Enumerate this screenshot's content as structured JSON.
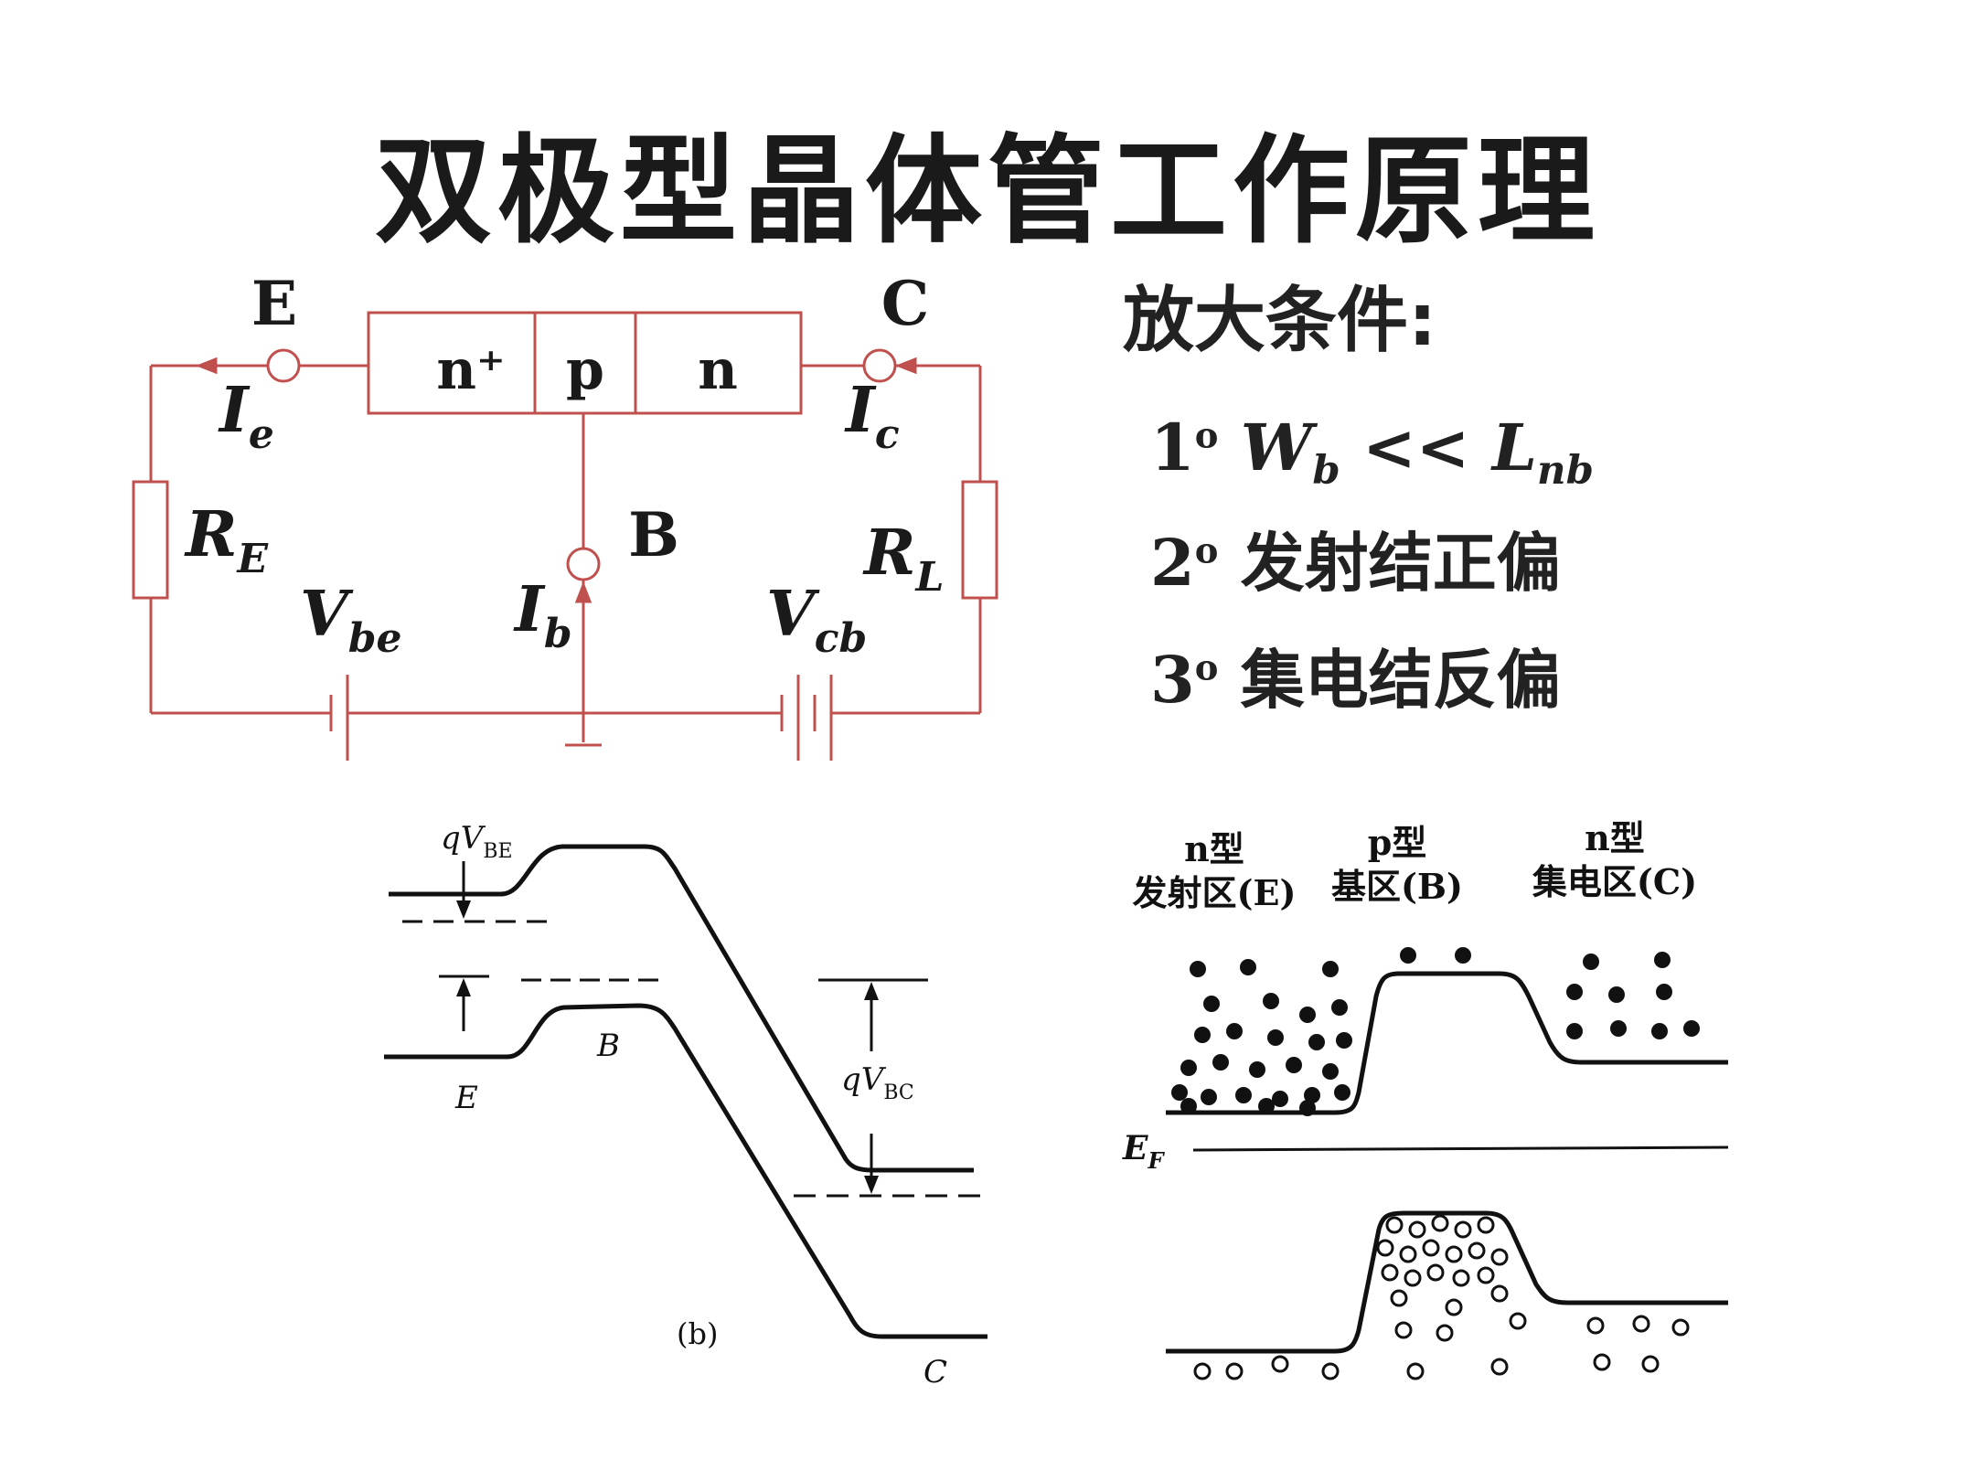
{
  "title": "双极型晶体管工作原理",
  "circuit": {
    "terminal_E": "E",
    "terminal_C": "C",
    "terminal_B": "B",
    "region_emitter": "n⁺",
    "region_base": "p",
    "region_collector": "n",
    "current_e": {
      "main": "I",
      "sub": "e"
    },
    "current_c": {
      "main": "I",
      "sub": "c"
    },
    "current_b": {
      "main": "I",
      "sub": "b"
    },
    "resistor_E": {
      "main": "R",
      "sub": "E"
    },
    "resistor_L": {
      "main": "R",
      "sub": "L"
    },
    "voltage_be": {
      "main": "V",
      "sub": "be"
    },
    "voltage_cb": {
      "main": "V",
      "sub": "cb"
    },
    "color": "#c0504d"
  },
  "conditions": {
    "heading": "放大条件:",
    "items": [
      {
        "num": "1",
        "sup": "o",
        "w": "W",
        "w_sub": "b",
        "op": "<<",
        "l": "L",
        "l_sub": "nb"
      },
      {
        "num": "2",
        "sup": "o",
        "text": "发射结正偏"
      },
      {
        "num": "3",
        "sup": "o",
        "text": "集电结反偏"
      }
    ]
  },
  "band_diagram_b": {
    "label_qVBE": {
      "main": "qV",
      "sub": "BE"
    },
    "label_qVBC": {
      "main": "qV",
      "sub": "BC"
    },
    "label_E": "E",
    "label_B": "B",
    "label_C": "C",
    "caption": "(b)"
  },
  "carrier_diagram": {
    "region_emitter": [
      "n型",
      "发射区(E)"
    ],
    "region_base": [
      "p型",
      "基区(B)"
    ],
    "region_collector": [
      "n型",
      "集电区(C)"
    ],
    "fermi_label": {
      "main": "E",
      "sub": "F"
    }
  }
}
